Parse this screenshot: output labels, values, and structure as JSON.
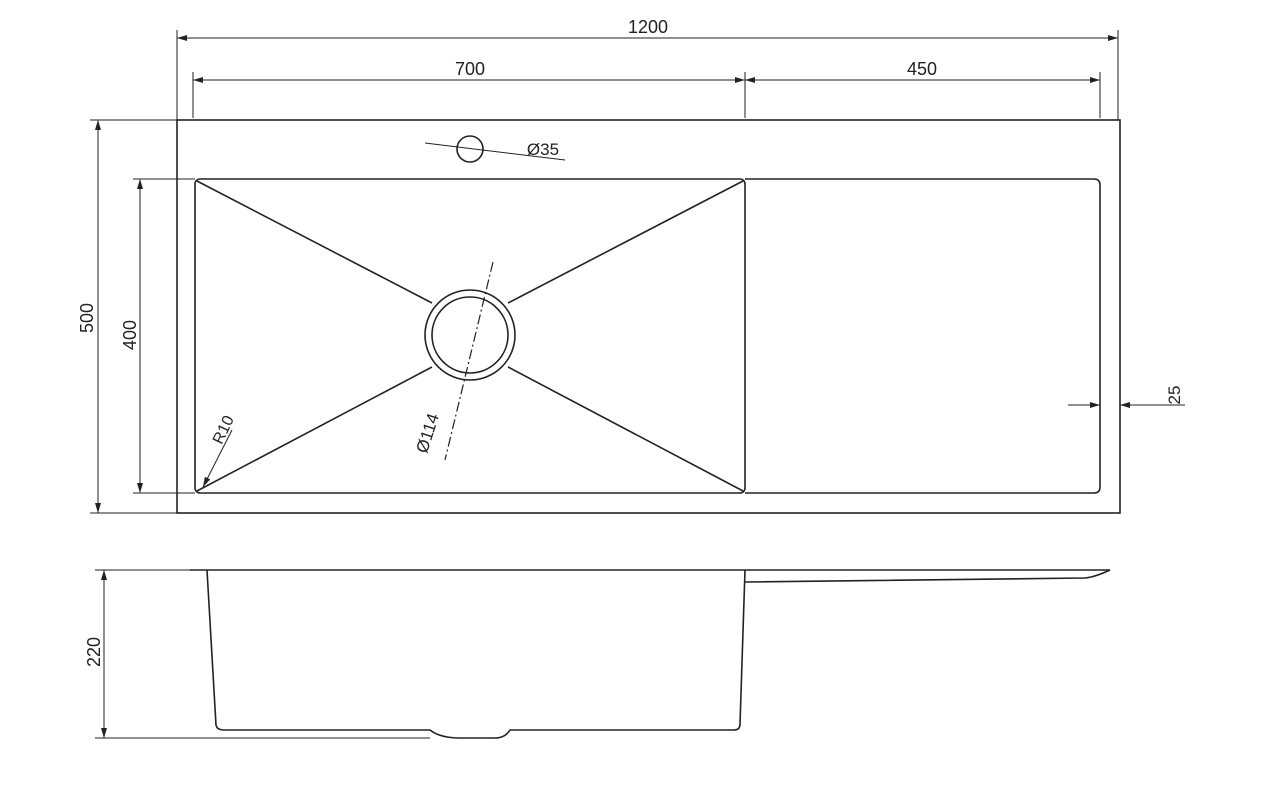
{
  "drawing": {
    "plan_view": {
      "overall_width": "1200",
      "bowl_width": "700",
      "drainboard_width": "450",
      "overall_depth": "500",
      "bowl_depth": "400",
      "tap_hole": "Ø35",
      "drain": "Ø114",
      "corner_radius": "R10",
      "edge_offset": "25"
    },
    "side_view": {
      "bowl_height": "220"
    },
    "line_color": "#222222"
  }
}
